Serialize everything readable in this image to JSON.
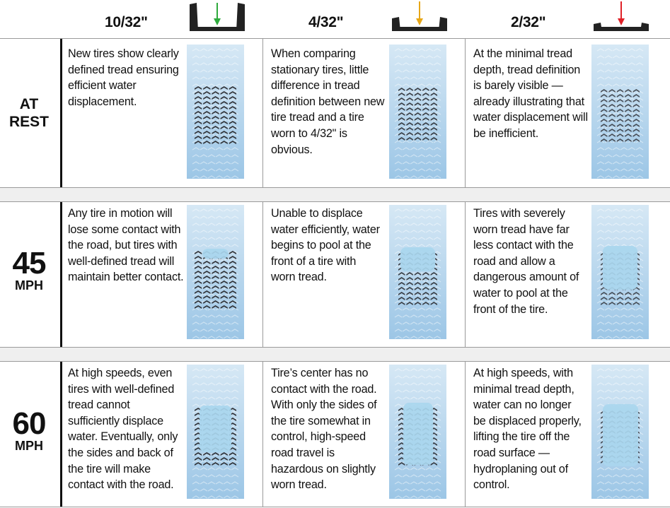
{
  "columns": [
    {
      "depth": "10/32\"",
      "arrow_color": "#2eaa3c",
      "tread_depth": 10
    },
    {
      "depth": "4/32\"",
      "arrow_color": "#e7a717",
      "tread_depth": 4
    },
    {
      "depth": "2/32\"",
      "arrow_color": "#e02128",
      "tread_depth": 2
    }
  ],
  "rows": [
    {
      "label_line1": "AT",
      "label_line2": "REST",
      "cells": [
        "New tires show clearly defined tread ensuring efficient water displacement.",
        "When comparing stationary tires, little difference in tread definition between new tire tread and a tire worn to 4/32\" is obvious.",
        "At the minimal tread depth, tread definition is barely visible — already illustrating that water displacement will be inefficient."
      ]
    },
    {
      "label_number": "45",
      "label_unit": "MPH",
      "cells": [
        "Any tire in motion will lose some contact with the road, but tires with well-defined tread will maintain better contact.",
        "Unable to displace water efficiently, water begins to pool at the front of a tire with worn tread.",
        "Tires with severely worn tread have far less contact with the road and allow a dangerous amount of water to pool at the front of the tire."
      ]
    },
    {
      "label_number": "60",
      "label_unit": "MPH",
      "cells": [
        "At high speeds, even tires with well-defined tread cannot sufficiently displace water. Eventually, only the sides and back of the tire will make contact with the road.",
        "Tire’s center has no contact with the road. With only the sides of the tire somewhat in control, high-speed road travel is hazardous on slightly worn tread.",
        "At high speeds, with minimal tread depth, water can no longer be displaced properly, lifting the tire off the road surface — hydroplaning out of control."
      ]
    }
  ],
  "colors": {
    "tire_bg_light": "#d6e8f5",
    "tire_bg_dark": "#9cc6e6",
    "tread_dark": "#2b2d33",
    "water": "#a9d6ee"
  }
}
